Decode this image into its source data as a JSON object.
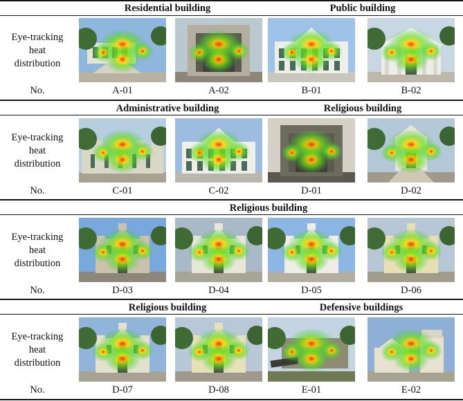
{
  "row_label": "Eye-tracking\nheat\ndistribution",
  "no_label": "No.",
  "sections": [
    {
      "headers": [
        "Residential building",
        "Public building"
      ],
      "items": [
        {
          "code": "A-01",
          "sky": "#8fb6dd",
          "wall": "#e6e4d4",
          "ground": "#b9b2a2",
          "trees": true,
          "style": "villa"
        },
        {
          "code": "A-02",
          "sky": "#bcc8cf",
          "wall": "#b3aea0",
          "ground": "#8d8679",
          "trees": false,
          "style": "ruin"
        },
        {
          "code": "B-01",
          "sky": "#9fc3e8",
          "wall": "#eeeeea",
          "ground": "#c9c6bd",
          "trees": false,
          "style": "facade"
        },
        {
          "code": "B-02",
          "sky": "#c8d7e2",
          "wall": "#eeeee8",
          "ground": "#bdb8aa",
          "trees": true,
          "style": "temple"
        }
      ]
    },
    {
      "headers": [
        "Administrative building",
        "Religious building"
      ],
      "items": [
        {
          "code": "C-01",
          "sky": "#b7cde0",
          "wall": "#d9d7c6",
          "ground": "#a8a292",
          "trees": true,
          "style": "wall"
        },
        {
          "code": "C-02",
          "sky": "#9cbde0",
          "wall": "#efefe9",
          "ground": "#b8b6ad",
          "trees": false,
          "style": "civic"
        },
        {
          "code": "D-01",
          "sky": "#d4d0c6",
          "wall": "#6d6a5e",
          "ground": "#5b5852",
          "trees": false,
          "style": "ruin"
        },
        {
          "code": "D-02",
          "sky": "#b4c9d8",
          "wall": "#e9e6d6",
          "ground": "#a09a8c",
          "trees": true,
          "style": "chapel"
        }
      ]
    },
    {
      "headers": [
        "Religious building"
      ],
      "items": [
        {
          "code": "D-03",
          "sky": "#79a8dc",
          "wall": "#c9c2ac",
          "ground": "#8c8779",
          "trees": true,
          "style": "church"
        },
        {
          "code": "D-04",
          "sky": "#a9b9c8",
          "wall": "#e8e6d8",
          "ground": "#a8a596",
          "trees": true,
          "style": "church"
        },
        {
          "code": "D-05",
          "sky": "#8cb6e4",
          "wall": "#efeee6",
          "ground": "#b3ae9f",
          "trees": true,
          "style": "church"
        },
        {
          "code": "D-06",
          "sky": "#b7c7d5",
          "wall": "#e8dfb4",
          "ground": "#a39c8b",
          "trees": true,
          "style": "church"
        }
      ]
    },
    {
      "headers": [
        "Religious building",
        "Defensive buildings"
      ],
      "items": [
        {
          "code": "D-07",
          "sky": "#90b4da",
          "wall": "#e3e1cd",
          "ground": "#a7a293",
          "trees": true,
          "style": "church"
        },
        {
          "code": "D-08",
          "sky": "#b8c8d6",
          "wall": "#e8e0b8",
          "ground": "#9f9a8b",
          "trees": true,
          "style": "church"
        },
        {
          "code": "E-01",
          "sky": "#c3d4e2",
          "wall": "#8f8a74",
          "ground": "#6f7a55",
          "trees": true,
          "style": "fort"
        },
        {
          "code": "E-02",
          "sky": "#8fb0d6",
          "wall": "#e6e2cf",
          "ground": "#a8a494",
          "trees": false,
          "style": "tower"
        }
      ]
    }
  ]
}
